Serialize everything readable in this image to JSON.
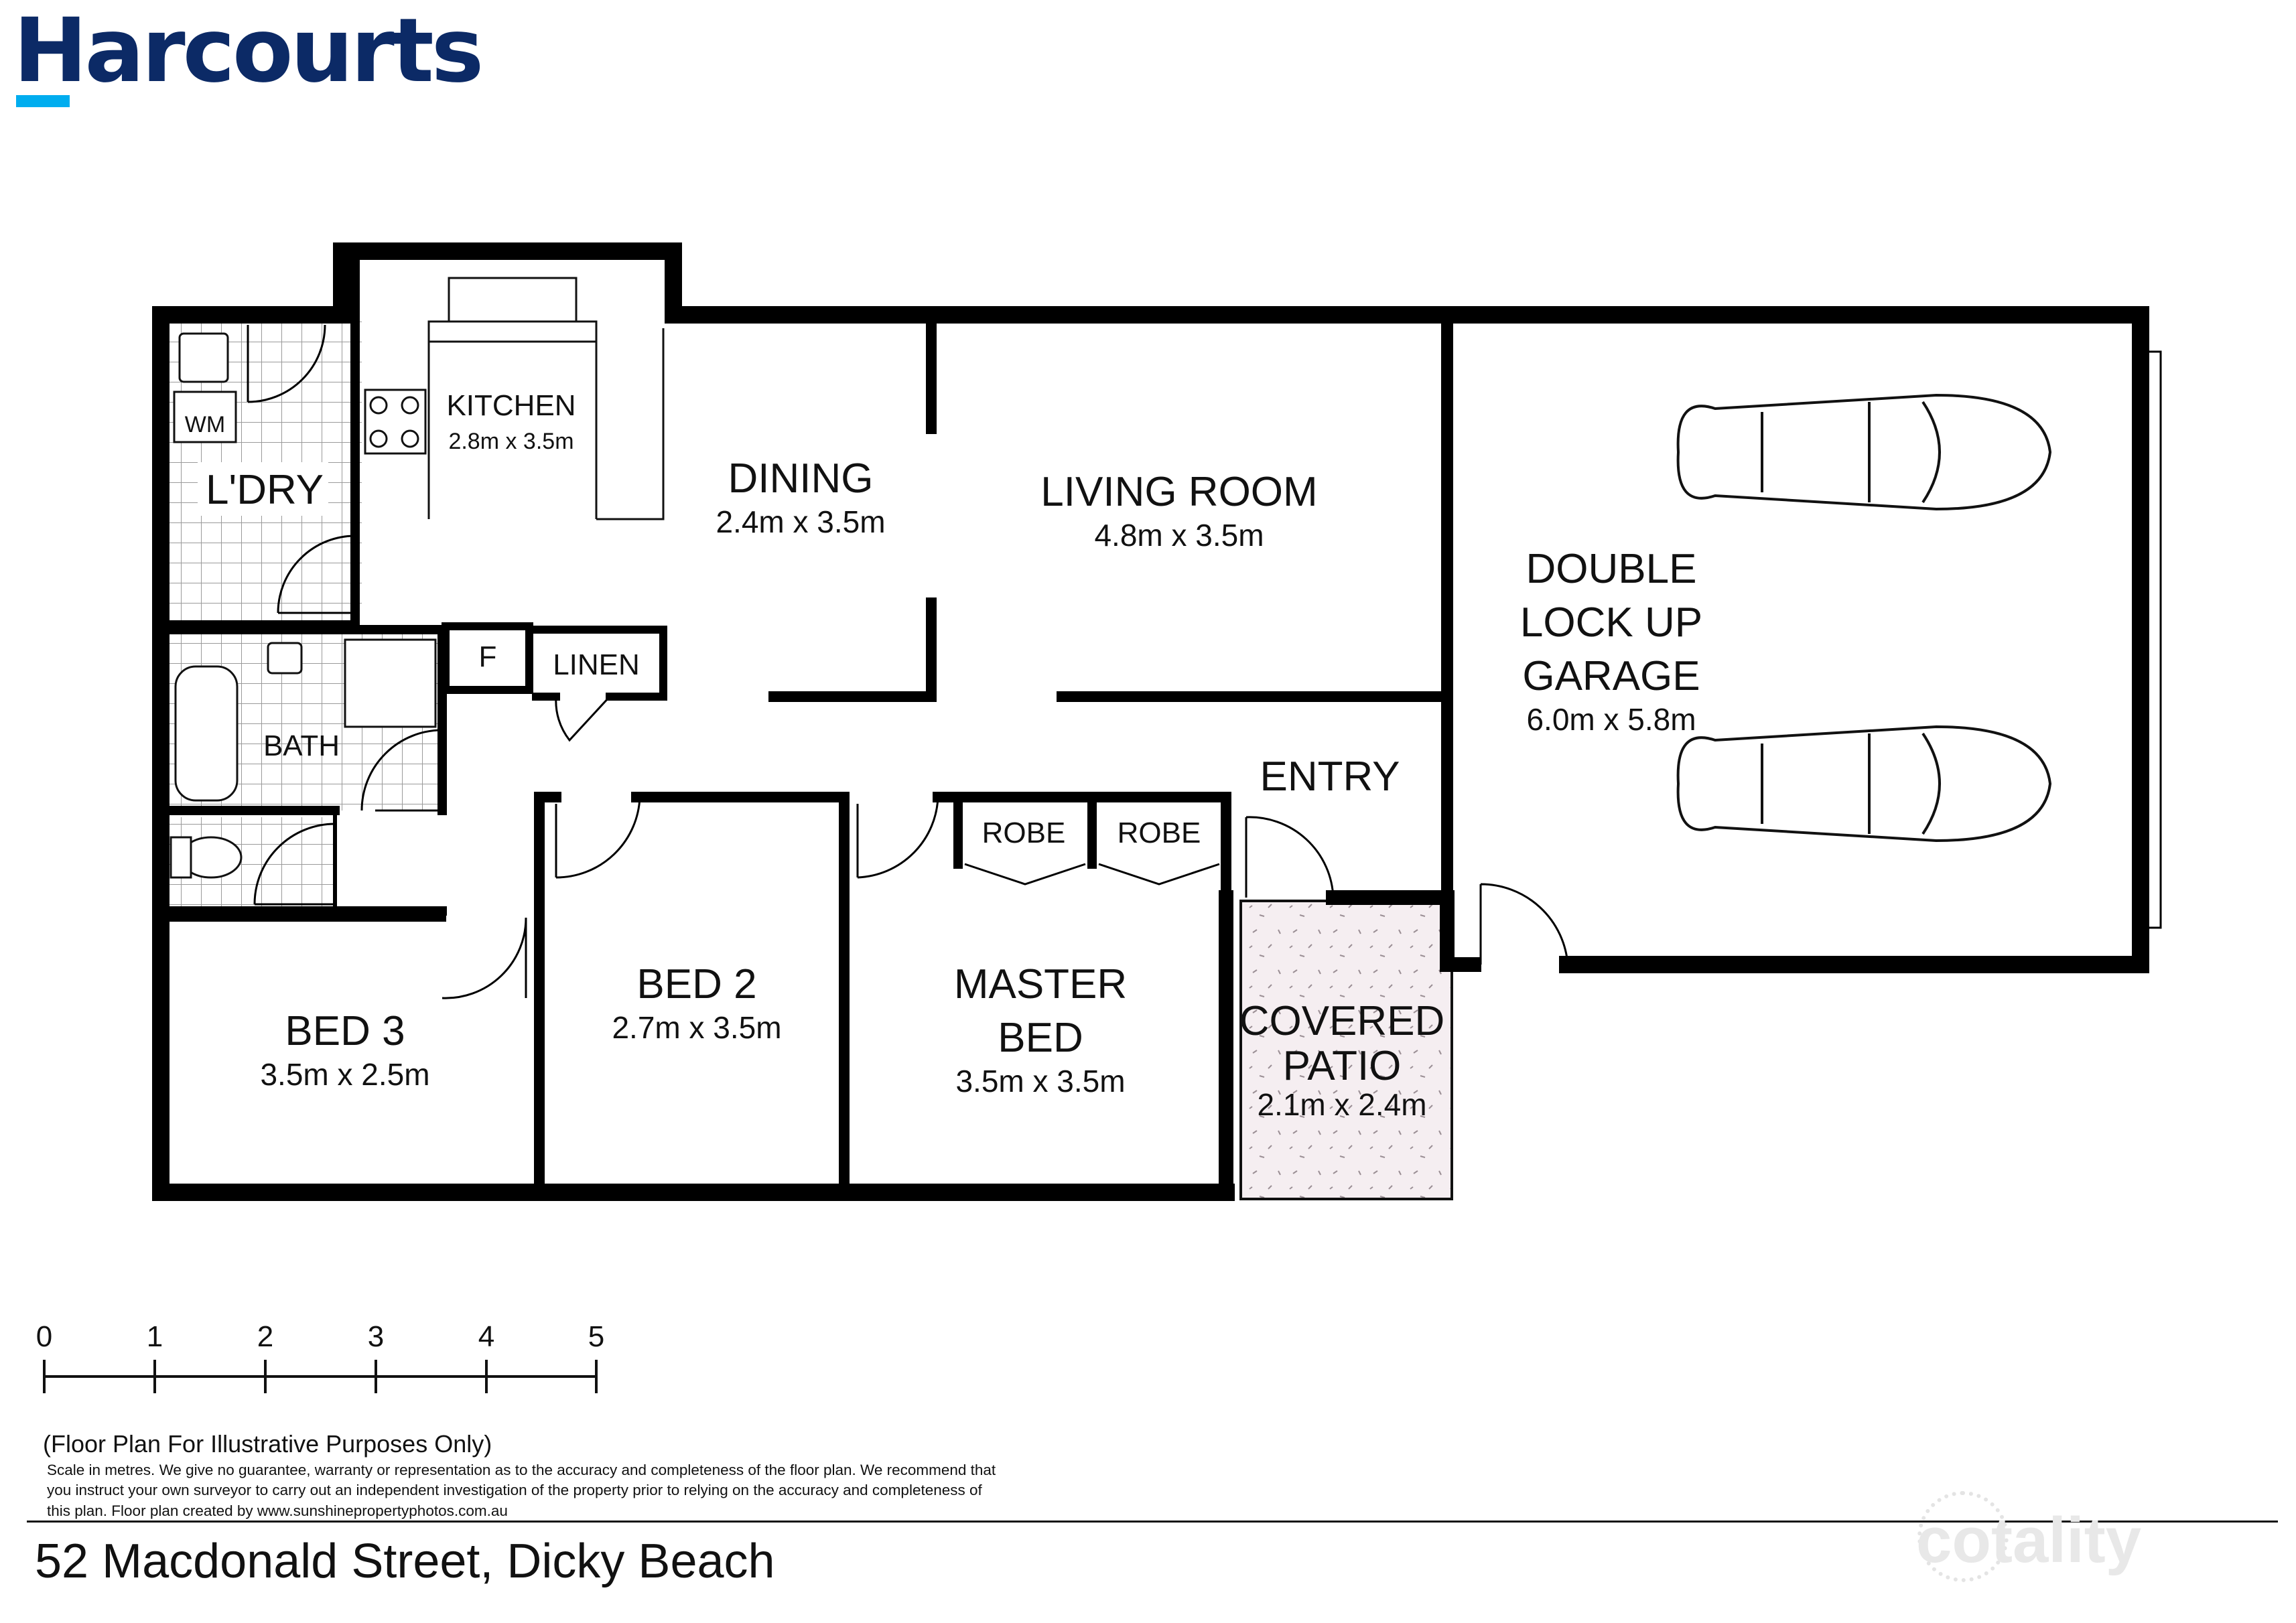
{
  "brand": {
    "name": "Harcourts",
    "color": "#0c2a66",
    "accent": "#00adef"
  },
  "rooms": {
    "kitchen": {
      "name": "KITCHEN",
      "dim": "2.8m x 3.5m"
    },
    "laundry": {
      "name": "L'DRY",
      "wm": "WM"
    },
    "dining": {
      "name": "DINING",
      "dim": "2.4m x 3.5m"
    },
    "living": {
      "name": "LIVING ROOM",
      "dim": "4.8m x 3.5m"
    },
    "garage": {
      "line1": "DOUBLE",
      "line2": "LOCK UP",
      "line3": "GARAGE",
      "dim": "6.0m x 5.8m"
    },
    "bath": {
      "name": "BATH"
    },
    "fridge": {
      "name": "F"
    },
    "linen": {
      "name": "LINEN"
    },
    "entry": {
      "name": "ENTRY"
    },
    "robe1": {
      "name": "ROBE"
    },
    "robe2": {
      "name": "ROBE"
    },
    "bed3": {
      "name": "BED 3",
      "dim": "3.5m x 2.5m"
    },
    "bed2": {
      "name": "BED 2",
      "dim": "2.7m x 3.5m"
    },
    "master": {
      "line1": "MASTER",
      "line2": "BED",
      "dim": "3.5m x 3.5m"
    },
    "patio": {
      "line1": "COVERED",
      "line2": "PATIO",
      "dim": "2.1m x 2.4m"
    }
  },
  "scale": {
    "ticks": [
      "0",
      "1",
      "2",
      "3",
      "4",
      "5"
    ]
  },
  "note": "(Floor Plan For Illustrative Purposes Only)",
  "disclaimer": "Scale in metres. We give no guarantee, warranty or representation as to the accuracy and completeness of the floor plan. We recommend that you instruct your own surveyor to carry out an independent investigation of the property prior to relying on the accuracy and completeness of this plan. Floor plan created by www.sunshinepropertyphotos.com.au",
  "address": "52 Macdonald Street, Dicky Beach",
  "watermark": "cotality"
}
